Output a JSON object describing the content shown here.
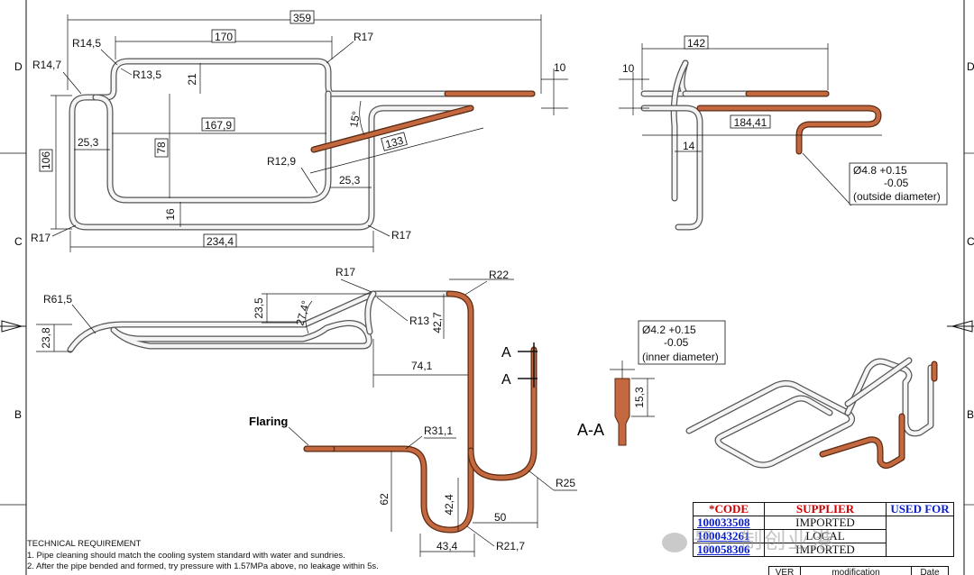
{
  "zones": {
    "rows": [
      "D",
      "C",
      "B"
    ]
  },
  "top_view": {
    "dims": [
      "359",
      "170",
      "167,9",
      "78",
      "106",
      "25,3",
      "21",
      "16",
      "234,4",
      "25,3",
      "133",
      "15°",
      "10"
    ],
    "radii": [
      "R14,5",
      "R14,7",
      "R13,5",
      "R17",
      "R12,9",
      "R17",
      "R17"
    ]
  },
  "side_view": {
    "dims": [
      "142",
      "10",
      "184,41",
      "14"
    ],
    "note": [
      "Ø4.8 +0.15",
      "-0.05",
      "(outside diameter)"
    ]
  },
  "front_view": {
    "dims": [
      "23,8",
      "23,5",
      "27,4°",
      "42,7",
      "74,1"
    ],
    "radii": [
      "R61,5",
      "R17",
      "R13",
      "R22"
    ]
  },
  "lower_view": {
    "label_flaring": "Flaring",
    "dims": [
      "62",
      "42,4",
      "43,4",
      "50"
    ],
    "radii": [
      "R31,1",
      "R25",
      "R21,7"
    ]
  },
  "section": {
    "marker": "A",
    "title": "A-A",
    "dim": "15,3",
    "note": [
      "Ø4.2 +0.15",
      "-0.05",
      "(inner diameter)"
    ]
  },
  "tech": {
    "title": "TECHNICAL REQUIREMENT",
    "items": [
      "1. Pipe cleaning should match the cooling system standard with water and sundries.",
      "2. After the pipe bended and formed, try pressure with 1.57MPa above, no leakage within 5s."
    ]
  },
  "table": {
    "headers": [
      "*CODE",
      "SUPPLIER",
      "USED FOR"
    ],
    "rows": [
      {
        "code": "100033508",
        "supplier": "IMPORTED"
      },
      {
        "code": "100043261",
        "supplier": "LOCAL"
      },
      {
        "code": "100058306",
        "supplier": "IMPORTED"
      }
    ]
  },
  "revision": {
    "headers": [
      "VER",
      "modification",
      "Date"
    ]
  },
  "watermark": "号 · 制创业港"
}
